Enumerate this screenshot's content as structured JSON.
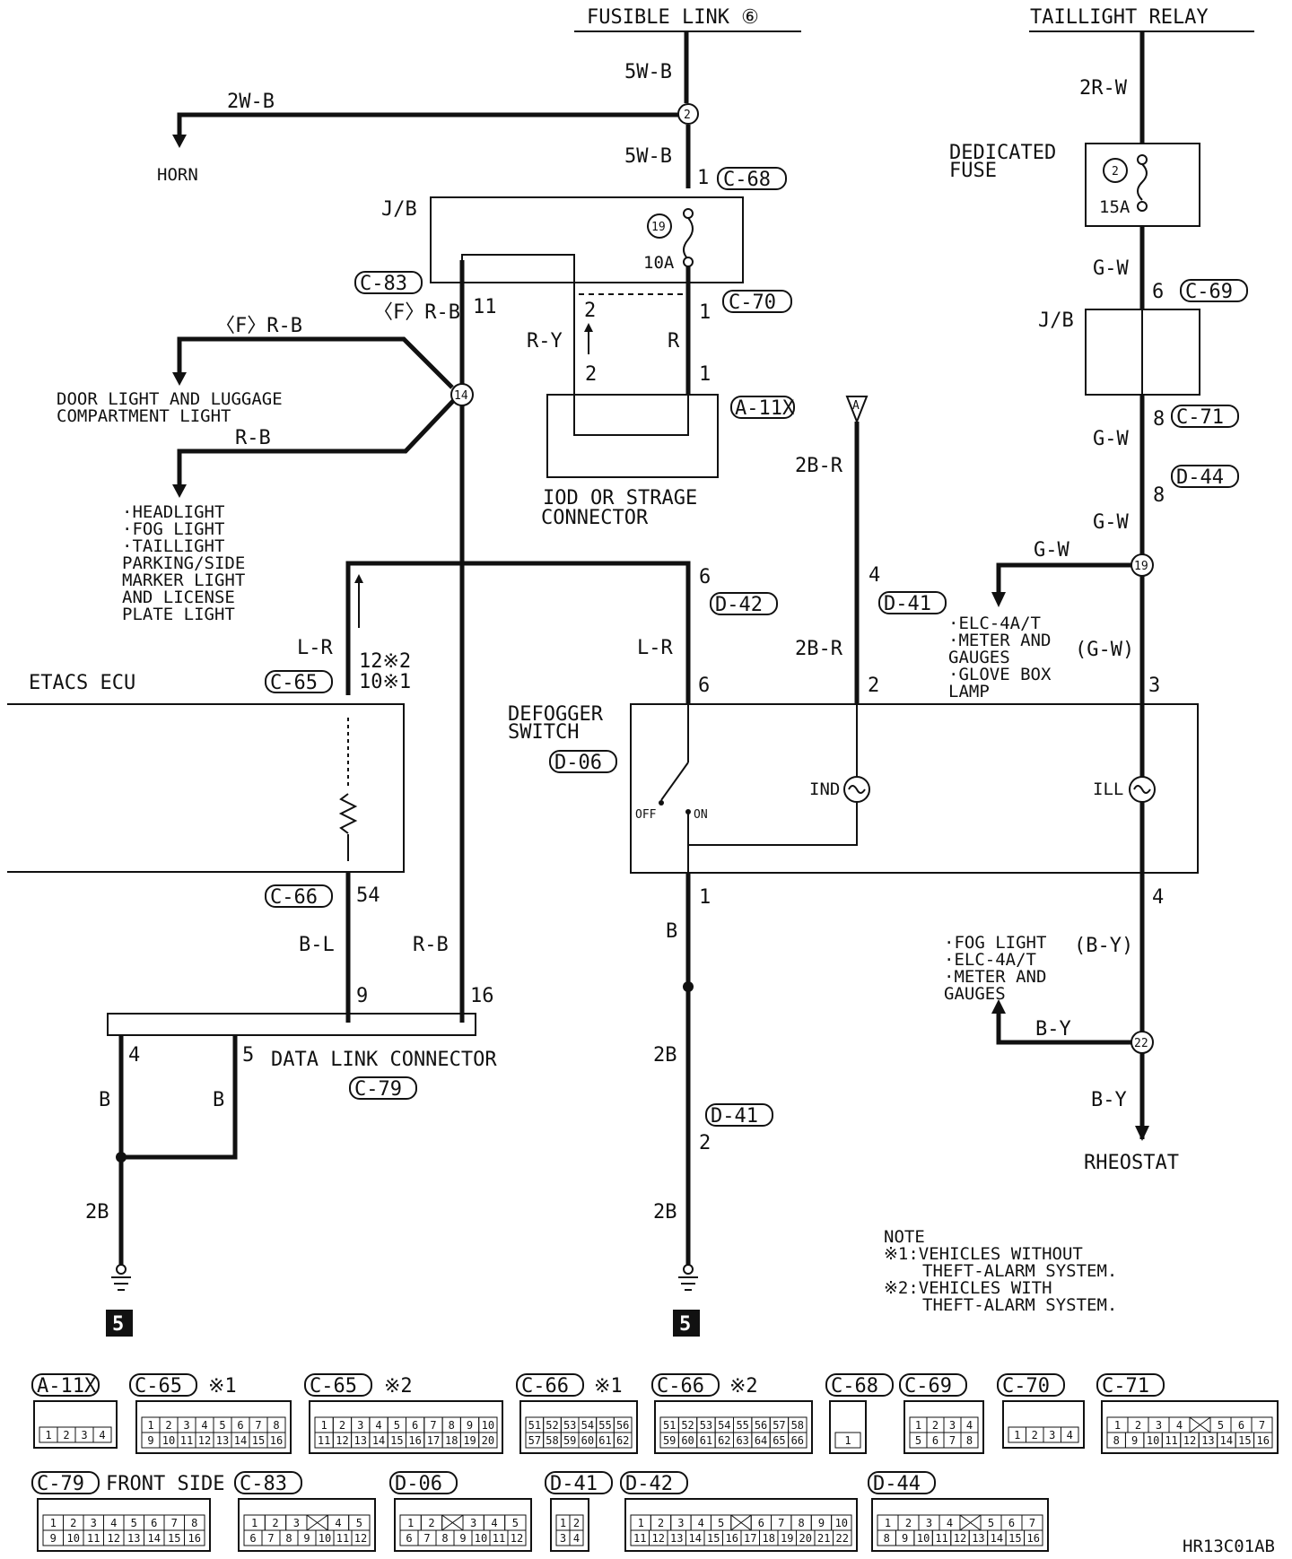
{
  "sources": {
    "fusible_link": "FUSIBLE LINK ⑥",
    "taillight_relay": "TAILLIGHT RELAY"
  },
  "wires": {
    "w5wb_top": "5W-B",
    "w2wb": "2W-B",
    "w5wb_low": "5W-B",
    "w2rw": "2R-W",
    "wgw_a": "G-W",
    "wgw_b": "G-W",
    "wgw_c": "G-W",
    "wgw_d": "G-W",
    "wgw_paren": "(G-W)",
    "wfrb_left": "〈F〉R-B",
    "wfrb_right": "〈F〉R-B",
    "wry": "R-Y",
    "wr": "R",
    "wrb_left": "R-B",
    "wrb_low": "R-B",
    "wlr_left": "L-R",
    "wlr_right": "L-R",
    "w2br_top": "2B-R",
    "w2br_low": "2B-R",
    "wbl": "B-L",
    "wb_mid": "B",
    "wb_dlc4": "B",
    "wb_dlc5": "B",
    "w2b_left": "2B",
    "w2b_mid1": "2B",
    "w2b_mid2": "2B",
    "wby_paren": "(B-Y)",
    "wby_branch": "B-Y",
    "wby_bottom": "B-Y"
  },
  "loads": {
    "horn": "HORN",
    "door_light_1": "DOOR LIGHT AND LUGGAGE",
    "door_light_2": "COMPARTMENT LIGHT",
    "lights": [
      "·HEADLIGHT",
      "·FOG LIGHT",
      "·TAILLIGHT",
      " PARKING/SIDE",
      " MARKER LIGHT",
      " AND LICENSE",
      " PLATE LIGHT"
    ],
    "meters_1": [
      "·ELC-4A/T",
      "·METER AND",
      " GAUGES",
      "·GLOVE BOX",
      " LAMP"
    ],
    "meters_2": [
      "·FOG LIGHT",
      "·ELC-4A/T",
      "·METER AND",
      " GAUGES"
    ],
    "rheostat": "RHEOSTAT"
  },
  "components": {
    "jb": "J/B",
    "jb2": "J/B",
    "dedicated_fuse_1": "DEDICATED",
    "dedicated_fuse_2": "FUSE",
    "fuse_amp_15": "15A",
    "fuse_amp_10": "10A",
    "fuse_num_2": "2",
    "fuse_num_19": "19",
    "iod_1": "IOD OR STRAGE",
    "iod_2": "CONNECTOR",
    "etacs": "ETACS ECU",
    "defogger_1": "DEFOGGER",
    "defogger_2": "SWITCH",
    "off": "OFF",
    "on": "ON",
    "ind": "IND",
    "ill": "ILL",
    "dlc": "DATA LINK CONNECTOR",
    "ground_ref": "5"
  },
  "connectors": {
    "c68": "C-68",
    "c83": "C-83",
    "c70": "C-70",
    "a11x": "A-11X",
    "c69": "C-69",
    "c71": "C-71",
    "d44": "D-44",
    "d42": "D-42",
    "d41": "D-41",
    "d41b": "D-41",
    "c65": "C-65",
    "d06": "D-06",
    "c66": "C-66",
    "c79": "C-79"
  },
  "pins": {
    "p1_c68": "1",
    "p11": "11",
    "p2_top": "2",
    "p1_c70": "1",
    "p2_a11x": "2",
    "p1_a11x": "1",
    "p6_c69": "6",
    "p8_c71": "8",
    "p8_d44": "8",
    "p6_d42": "6",
    "p4_d41": "4",
    "p12": "12※2",
    "p10": "10※1",
    "p6_sw": "6",
    "p2_sw": "2",
    "p3_sw": "3",
    "p54": "54",
    "p1_sw": "1",
    "p4_sw": "4",
    "p9": "9",
    "p16": "16",
    "p4_dlc": "4",
    "p5_dlc": "5",
    "p2_d41": "2"
  },
  "splices": {
    "s2": "2",
    "s14": "14",
    "s19": "19",
    "s22": "22",
    "a": "A"
  },
  "note": {
    "title": "NOTE",
    "n1a": "※1:VEHICLES WITHOUT",
    "n1b": "THEFT-ALARM SYSTEM.",
    "n2a": "※2:VEHICLES WITH",
    "n2b": "THEFT-ALARM SYSTEM."
  },
  "legend": {
    "a11x": "A-11X",
    "c65": "C-65",
    "c65_1": "※1",
    "c65b": "C-65",
    "c65_2": "※2",
    "c66": "C-66",
    "c66_1": "※1",
    "c66b": "C-66",
    "c66_2": "※2",
    "c68": "C-68",
    "c69": "C-69",
    "c70": "C-70",
    "c71": "C-71",
    "c79": "C-79",
    "front_side": "FRONT SIDE",
    "c83": "C-83",
    "d06": "D-06",
    "d41": "D-41",
    "d42": "D-42",
    "d44": "D-44"
  },
  "pinouts": {
    "a11x": [
      [
        "1",
        "2",
        "3",
        "4"
      ]
    ],
    "c65_1": [
      [
        "1",
        "2",
        "3",
        "4",
        "5",
        "6",
        "7",
        "8"
      ],
      [
        "9",
        "10",
        "11",
        "12",
        "13",
        "14",
        "15",
        "16"
      ]
    ],
    "c65_2": [
      [
        "1",
        "2",
        "3",
        "4",
        "5",
        "6",
        "7",
        "8",
        "9",
        "10"
      ],
      [
        "11",
        "12",
        "13",
        "14",
        "15",
        "16",
        "17",
        "18",
        "19",
        "20"
      ]
    ],
    "c66_1": [
      [
        "51",
        "52",
        "53",
        "54",
        "55",
        "56"
      ],
      [
        "57",
        "58",
        "59",
        "60",
        "61",
        "62"
      ]
    ],
    "c66_2": [
      [
        "51",
        "52",
        "53",
        "54",
        "55",
        "56",
        "57",
        "58"
      ],
      [
        "59",
        "60",
        "61",
        "62",
        "63",
        "64",
        "65",
        "66"
      ]
    ],
    "c68": [
      [
        "1"
      ]
    ],
    "c69": [
      [
        "1",
        "2",
        "3",
        "4"
      ],
      [
        "5",
        "6",
        "7",
        "8"
      ]
    ],
    "c70": [
      [
        "1",
        "2",
        "3",
        "4"
      ]
    ],
    "c71": [
      [
        "1",
        "2",
        "3",
        "4",
        "",
        "5",
        "6",
        "7"
      ],
      [
        "8",
        "9",
        "10",
        "11",
        "12",
        "13",
        "14",
        "15",
        "16"
      ]
    ],
    "c79": [
      [
        "1",
        "2",
        "3",
        "4",
        "5",
        "6",
        "7",
        "8"
      ],
      [
        "9",
        "10",
        "11",
        "12",
        "13",
        "14",
        "15",
        "16"
      ]
    ],
    "c83": [
      [
        "1",
        "2",
        "3",
        "",
        "4",
        "5"
      ],
      [
        "6",
        "7",
        "8",
        "9",
        "10",
        "11",
        "12"
      ]
    ],
    "d06": [
      [
        "1",
        "2",
        "",
        "3",
        "4",
        "5"
      ],
      [
        "6",
        "7",
        "8",
        "9",
        "10",
        "11",
        "12"
      ]
    ],
    "d41": [
      [
        "1",
        "2"
      ],
      [
        "3",
        "4"
      ]
    ],
    "d42": [
      [
        "1",
        "2",
        "3",
        "4",
        "5",
        "",
        "6",
        "7",
        "8",
        "9",
        "10"
      ],
      [
        "11",
        "12",
        "13",
        "14",
        "15",
        "16",
        "17",
        "18",
        "19",
        "20",
        "21",
        "22"
      ]
    ],
    "d44": [
      [
        "1",
        "2",
        "3",
        "4",
        "",
        "5",
        "6",
        "7"
      ],
      [
        "8",
        "9",
        "10",
        "11",
        "12",
        "13",
        "14",
        "15",
        "16"
      ]
    ]
  },
  "figure_code": "HR13C01AB"
}
